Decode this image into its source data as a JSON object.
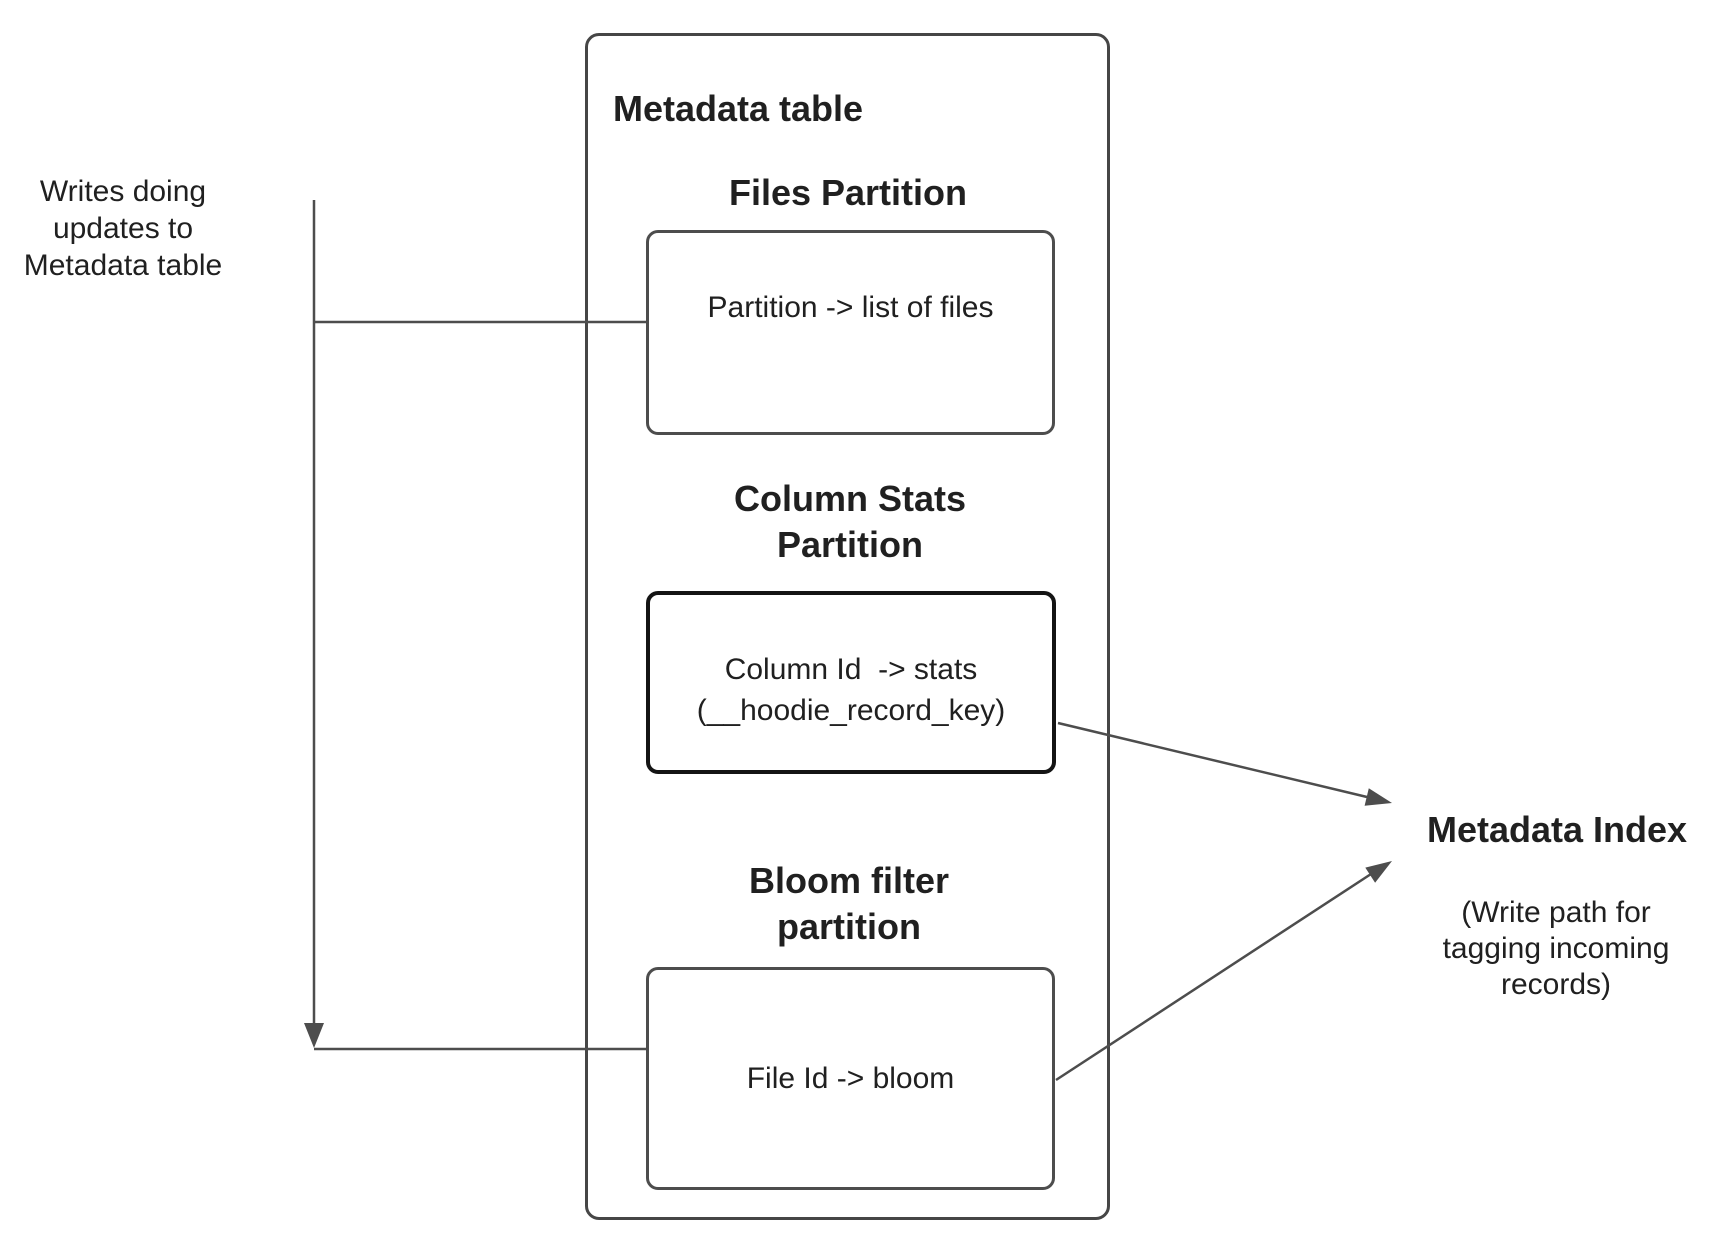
{
  "diagram": {
    "left_label": {
      "lines": [
        "Writes doing",
        "updates to",
        "Metadata table"
      ]
    },
    "metadata_table": {
      "title": "Metadata table",
      "partitions": [
        {
          "heading_lines": [
            "Files Partition"
          ],
          "box_lines": [
            "Partition -> list of files"
          ],
          "emphasized": false
        },
        {
          "heading_lines": [
            "Column Stats",
            "Partition"
          ],
          "box_lines": [
            "Column Id  -> stats",
            "(__hoodie_record_key)"
          ],
          "emphasized": true
        },
        {
          "heading_lines": [
            "Bloom filter",
            "partition"
          ],
          "box_lines": [
            "File Id -> bloom"
          ],
          "emphasized": false
        }
      ]
    },
    "metadata_index": {
      "title": "Metadata Index",
      "subtitle_lines": [
        "(Write path for",
        "tagging incoming",
        "records)"
      ]
    },
    "colors": {
      "stroke": "#4d4d4d",
      "container_stroke": "#464646",
      "emphasis_stroke": "#141414",
      "text": "#202020"
    }
  }
}
